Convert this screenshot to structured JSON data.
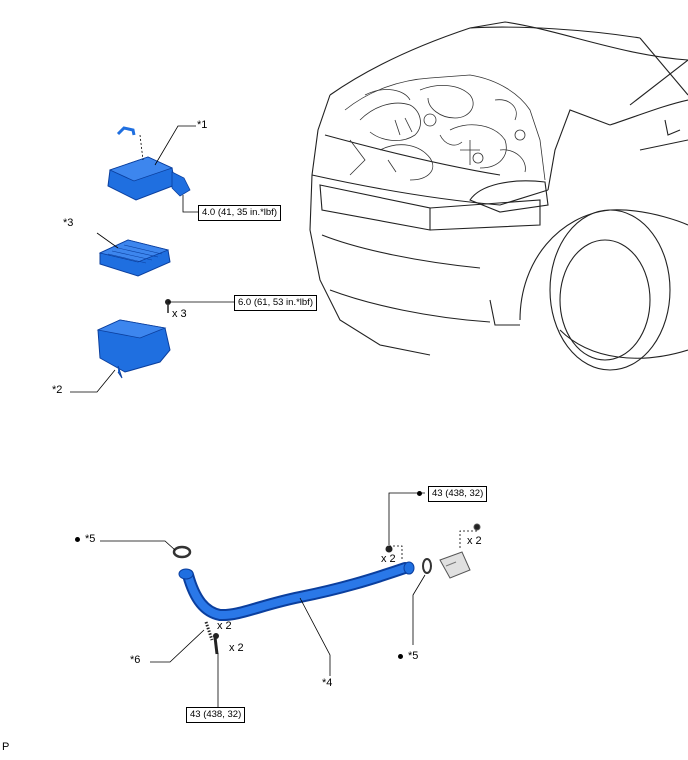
{
  "callouts": {
    "c1": "*1",
    "c2": "*2",
    "c3": "*3",
    "c4": "*4",
    "c5_left": "*5",
    "c5_right": "*5",
    "c6": "*6"
  },
  "torque": {
    "t_air_cleaner_cap": "4.0 (41, 35 in.*lbf)",
    "t_case_bolt": "6.0 (61, 53 in.*lbf)",
    "t_pipe_top": "43 (438, 32)",
    "t_pipe_bottom": "43 (438, 32)"
  },
  "quantities": {
    "q_case_bolt": "x 3",
    "q_pipe_nut": "x 2",
    "q_right_bolt": "x 2",
    "q_stud": "x 2",
    "q_bottom_bolt": "x 2"
  },
  "corner_mark": "P",
  "colors": {
    "part_blue": "#1f6fe0",
    "part_dark": "#0b3f9e",
    "line": "#000000",
    "car_line": "#222222"
  }
}
